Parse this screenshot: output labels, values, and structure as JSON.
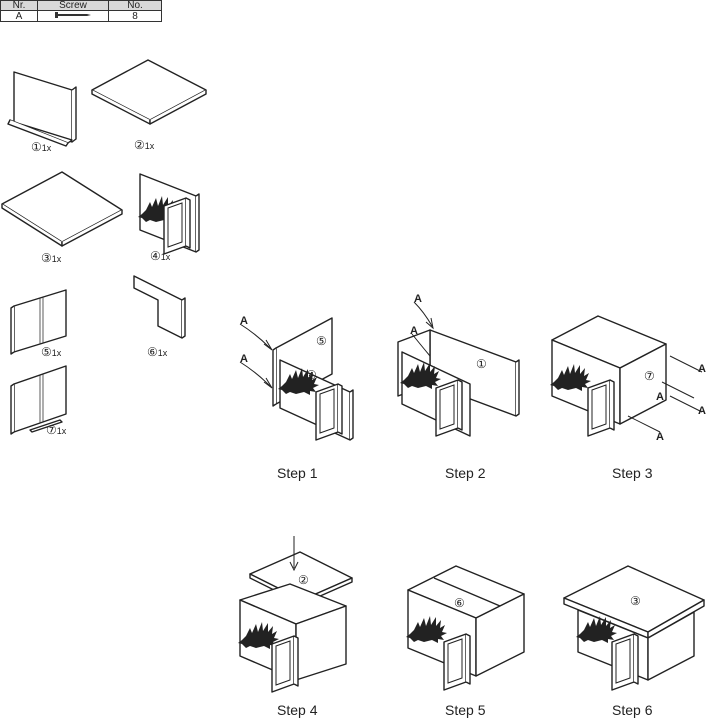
{
  "screw_table": {
    "headers": [
      "Nr.",
      "Screw",
      "No."
    ],
    "rows": [
      {
        "nr": "A",
        "screw_icon": "screw-icon",
        "no": "8"
      }
    ]
  },
  "parts": [
    {
      "num": "①",
      "qty": "1x"
    },
    {
      "num": "②",
      "qty": "1x"
    },
    {
      "num": "③",
      "qty": "1x"
    },
    {
      "num": "④",
      "qty": "1x"
    },
    {
      "num": "⑤",
      "qty": "1x"
    },
    {
      "num": "⑥",
      "qty": "1x"
    },
    {
      "num": "⑦",
      "qty": "1x"
    }
  ],
  "steps": [
    "Step 1",
    "Step 2",
    "Step 3",
    "Step 4",
    "Step 5",
    "Step 6"
  ],
  "screw_label": "A",
  "panel_numbers": {
    "s1_back": "⑤",
    "s1_front": "④",
    "s2_side": "①",
    "s3_side": "⑦",
    "s4_top": "②",
    "s5_inner": "⑥",
    "s6_roof": "③"
  }
}
